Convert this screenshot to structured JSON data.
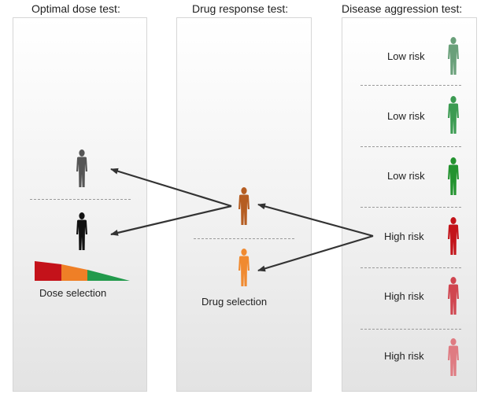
{
  "titles": {
    "dose": "Optimal dose test:",
    "response": "Drug response test:",
    "aggression": "Disease aggression test:"
  },
  "aggression_rows": [
    {
      "label": "Low risk",
      "color": "#6aa07a"
    },
    {
      "label": "Low risk",
      "color": "#3c9b52"
    },
    {
      "label": "Low risk",
      "color": "#23932f"
    },
    {
      "label": "High risk",
      "color": "#c3141a"
    },
    {
      "label": "High risk",
      "color": "#d04650"
    },
    {
      "label": "High risk",
      "color": "#df7b82"
    }
  ],
  "drug_selection": "Drug selection",
  "dose_selection": "Dose selection",
  "colors": {
    "drug_top_person": "#b55d22",
    "drug_bottom_person": "#f08a30",
    "dose_top_person": "#555555",
    "dose_bottom_person": "#111111",
    "dose_red": "#c4121a",
    "dose_orange": "#ef7f26",
    "dose_green": "#229a4c",
    "arrow": "#333333"
  }
}
